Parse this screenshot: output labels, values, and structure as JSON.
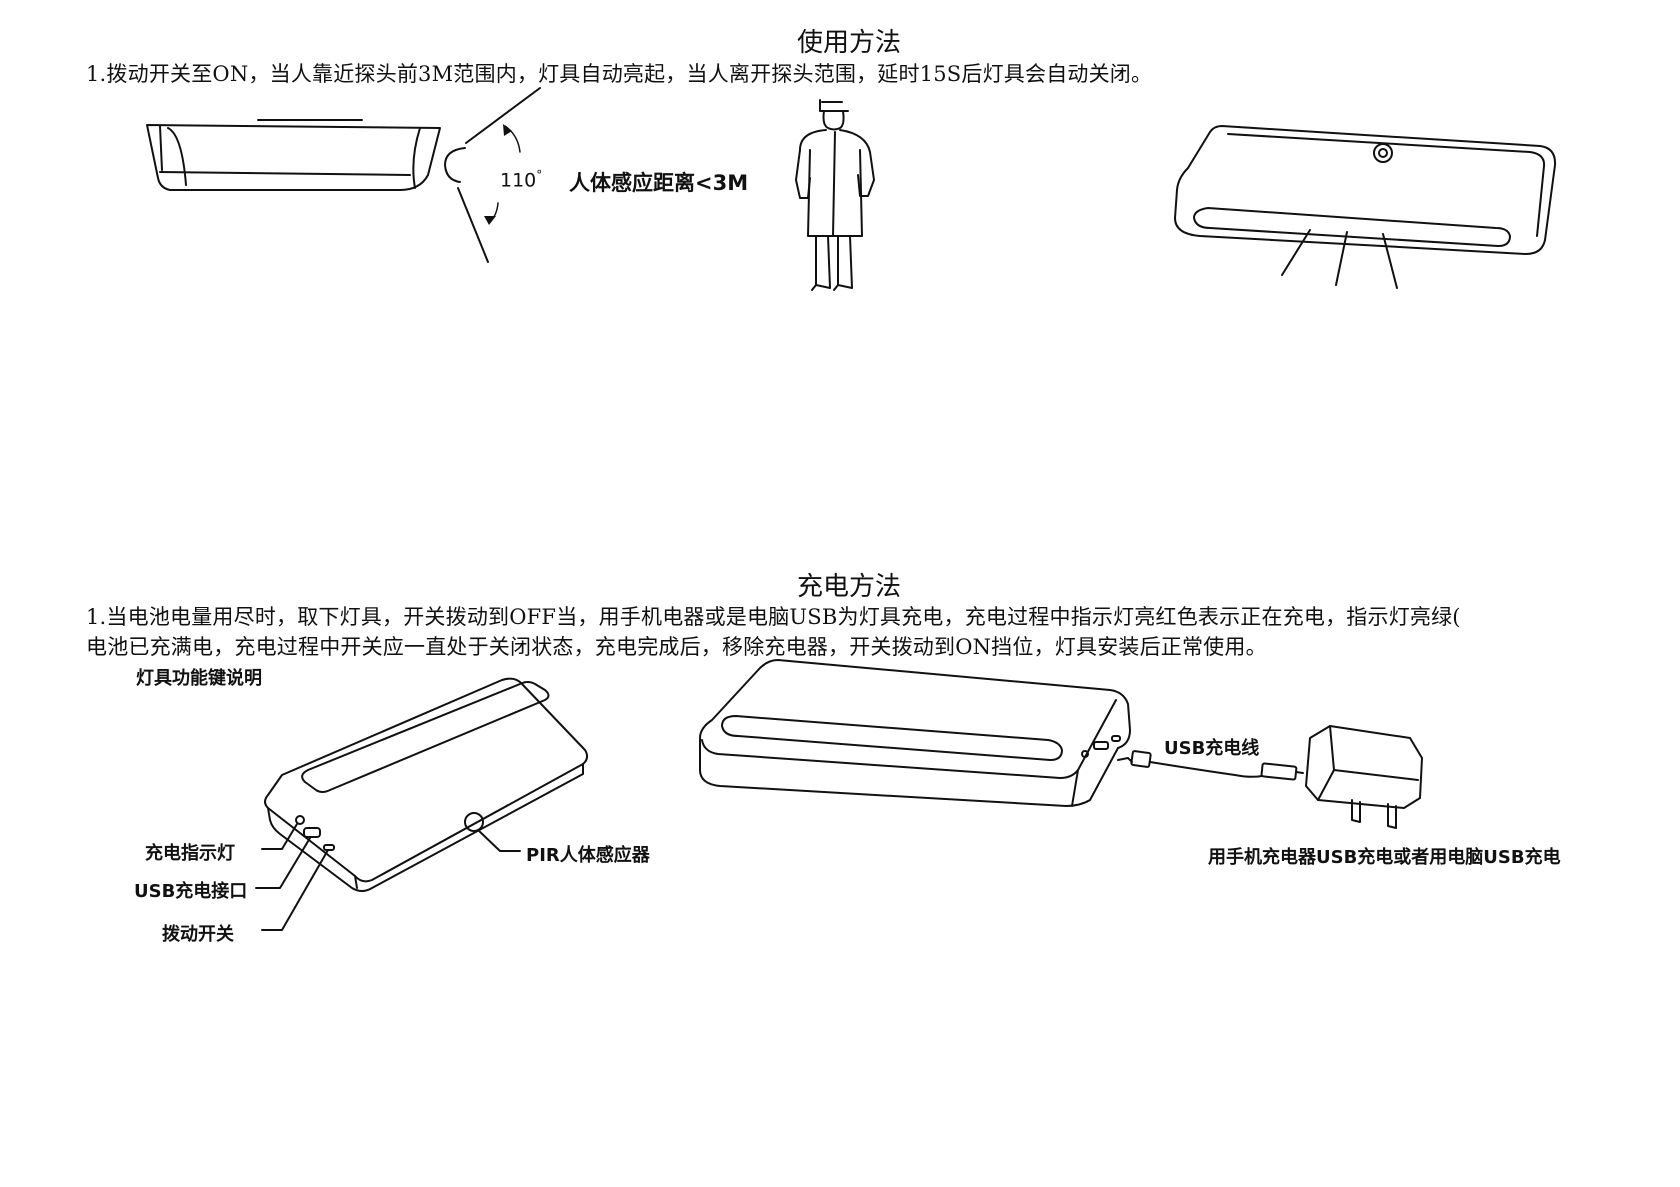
{
  "usage": {
    "title": "使用方法",
    "paragraph": "1.拨动开关至ON，当人靠近探头前3M范围内，灯具自动亮起，当人离开探头范围，延时15S后灯具会自动关闭。",
    "angle_label": "110",
    "angle_degree": "°",
    "range_label": "人体感应距离<3M"
  },
  "charging": {
    "title": "充电方法",
    "paragraph_line1": "1.当电池电量用尽时，取下灯具，开关拨动到OFF当，用手机电器或是电脑USB为灯具充电，充电过程中指示灯亮红色表示正在充电，指示灯亮绿(",
    "paragraph_line2": "电池已充满电，充电过程中开关应一直处于关闭状态，充电完成后，移除充电器，开关拨动到ON挡位，灯具安装后正常使用。",
    "keys_heading": "灯具功能键说明",
    "label_indicator": "充电指示灯",
    "label_usb_port": "USB充电接口",
    "label_switch": "拨动开关",
    "label_pir": "PIR人体感应器",
    "label_cable": "USB充电线",
    "label_charger": "用手机充电器USB充电或者用电脑USB充电"
  }
}
